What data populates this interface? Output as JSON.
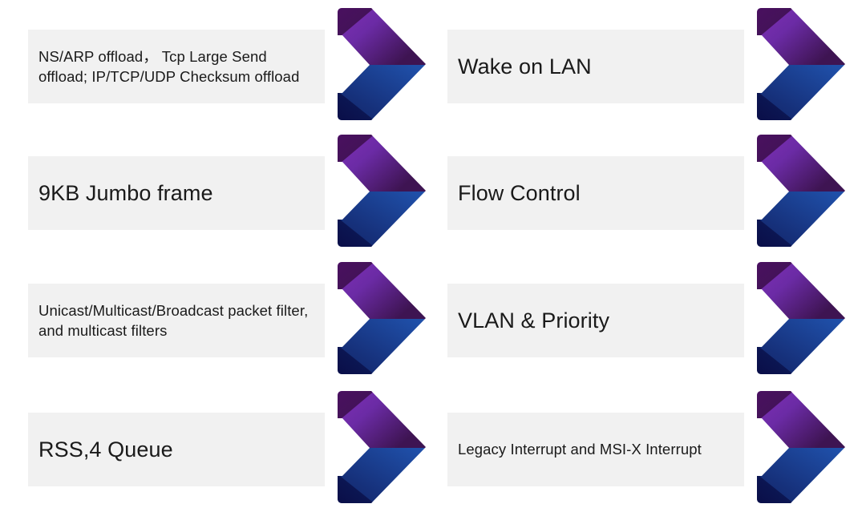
{
  "page": {
    "title": "Network Controller Feature Chevrons",
    "background_color": "#ffffff",
    "columns": 2,
    "rows": 4
  },
  "theme": {
    "plate_color": "#f1f1f1",
    "text_color": "#1a1a1a",
    "arrow_purple_light": "#8B2FBF",
    "arrow_purple": "#6B2BA5",
    "arrow_purple_dark": "#3E1452",
    "arrow_purple_fold": "#4A1060",
    "arrow_blue_light": "#1F4FA8",
    "arrow_blue": "#16307A",
    "arrow_blue_dark": "#0D1F5E",
    "arrow_blue_fold": "#0A0D47"
  },
  "features": [
    {
      "id": "offload-features",
      "label": "NS/ARP offload， Tcp Large Send offload; IP/TCP/UDP Checksum offload",
      "text_size": "small",
      "column": "left",
      "row": 1
    },
    {
      "id": "wake-on-lan",
      "label": "Wake on LAN",
      "text_size": "large",
      "column": "right",
      "row": 1
    },
    {
      "id": "jumbo-frame",
      "label": "9KB Jumbo frame",
      "text_size": "large",
      "column": "left",
      "row": 2
    },
    {
      "id": "flow-control",
      "label": "Flow Control",
      "text_size": "large",
      "column": "right",
      "row": 2
    },
    {
      "id": "packet-filters",
      "label": "Unicast/Multicast/Broadcast packet filter, and multicast filters",
      "text_size": "small",
      "column": "left",
      "row": 3
    },
    {
      "id": "vlan-priority",
      "label": "VLAN & Priority",
      "text_size": "large",
      "column": "right",
      "row": 3
    },
    {
      "id": "rss-queue",
      "label": "RSS,4 Queue",
      "text_size": "large",
      "column": "left",
      "row": 4
    },
    {
      "id": "interrupts",
      "label": "Legacy Interrupt and MSI-X Interrupt",
      "text_size": "small",
      "column": "right",
      "row": 4
    }
  ],
  "icons": {
    "chevron_arrow": "chevron-arrow-icon"
  }
}
